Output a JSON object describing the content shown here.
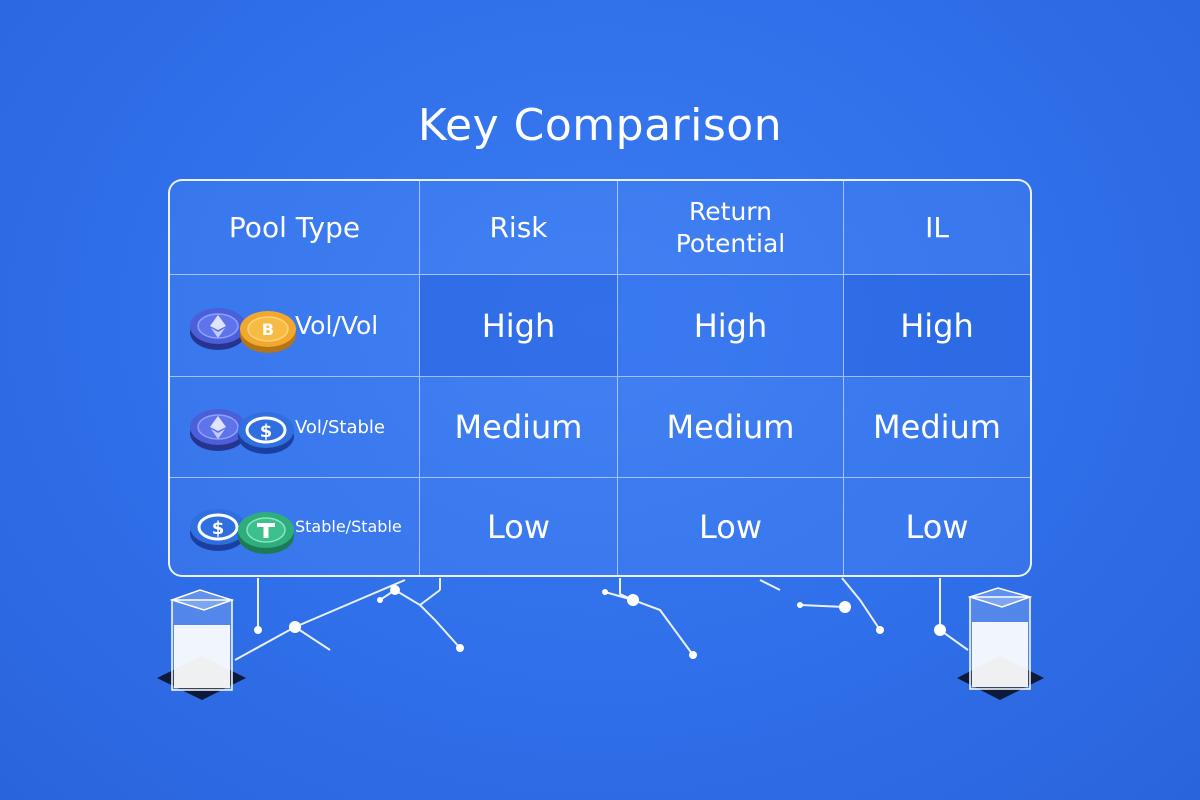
{
  "title": "Key Comparison",
  "table": {
    "headers": [
      "Pool Type",
      "Risk",
      "Return Potential",
      "IL"
    ],
    "rows": [
      {
        "pool": "Vol/Vol",
        "risk": "High",
        "return": "High",
        "il": "High"
      },
      {
        "pool": "Vol/Stable",
        "risk": "Medium",
        "return": "Medium",
        "il": "Medium"
      },
      {
        "pool": "Stable/Stable",
        "risk": "Low",
        "return": "Low",
        "il": "Low"
      }
    ]
  },
  "icons": {
    "vol_vol": [
      "ethereum-coin-icon",
      "bitcoin-coin-icon"
    ],
    "vol_stable": [
      "ethereum-coin-icon",
      "usd-coin-icon"
    ],
    "stable_stable": [
      "usd-coin-icon",
      "tether-coin-icon"
    ]
  },
  "colors": {
    "background": "#2f6fe9",
    "text": "#ffffff",
    "ethereum_coin": "#4b5fd8",
    "bitcoin_coin": "#f0a92e",
    "usd_coin": "#2f6fe0",
    "tether_coin": "#2fae7d"
  }
}
